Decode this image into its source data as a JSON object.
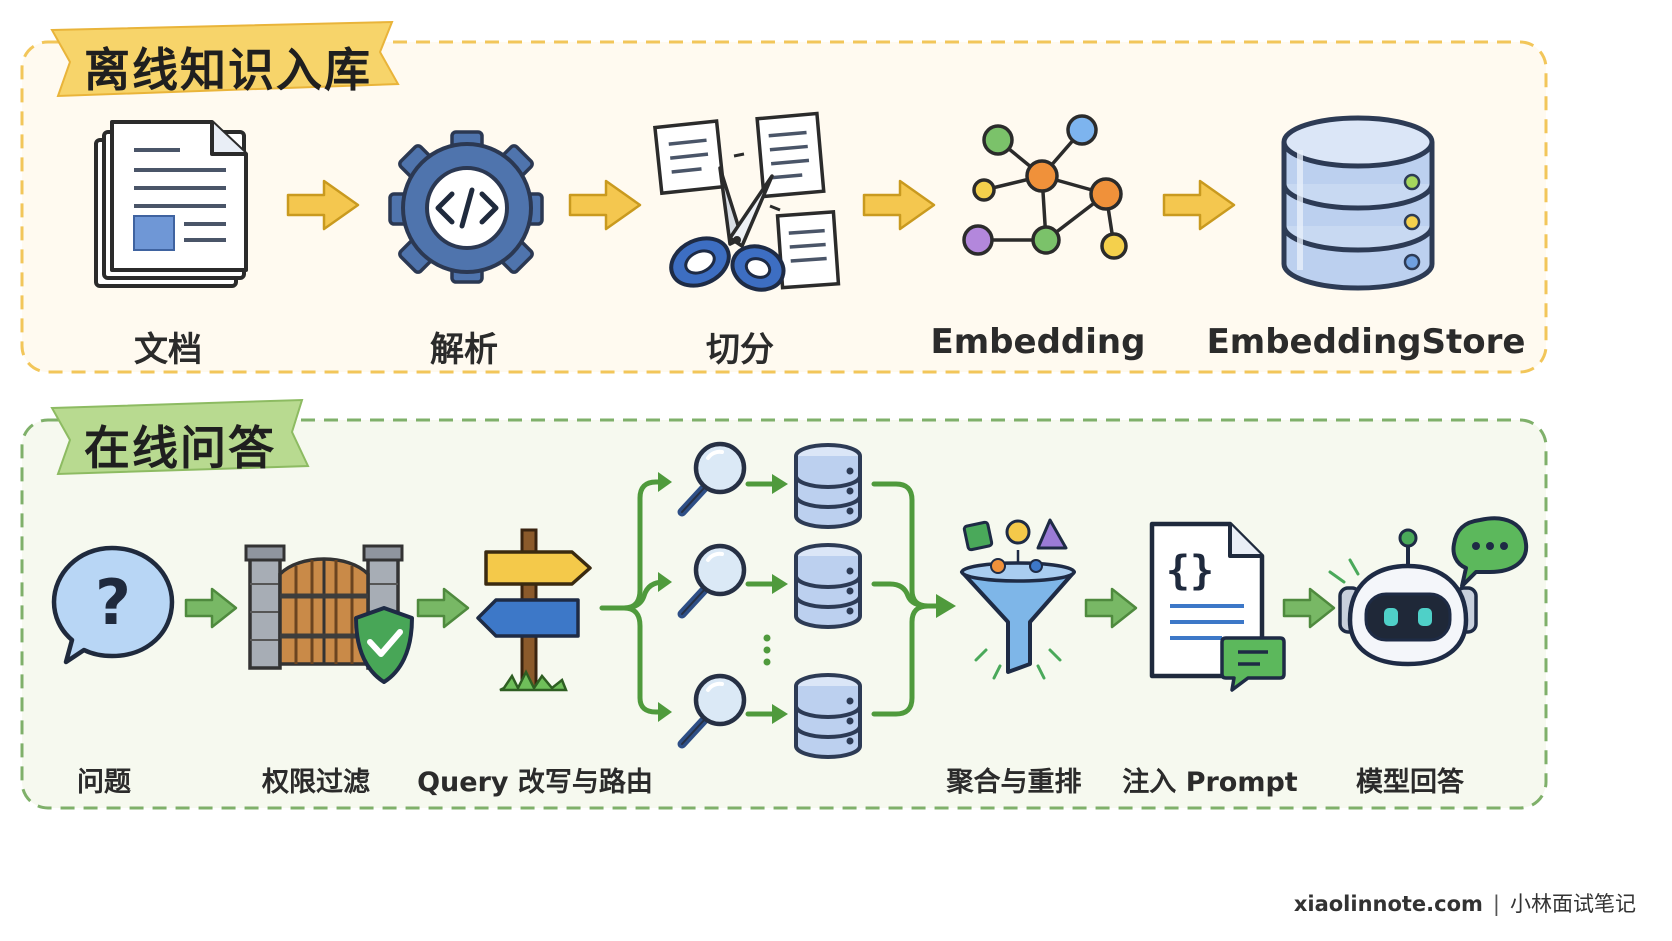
{
  "offline": {
    "title": "离线知识入库",
    "steps": [
      "文档",
      "解析",
      "切分",
      "Embedding",
      "EmbeddingStore"
    ]
  },
  "online": {
    "title": "在线问答",
    "steps": [
      "问题",
      "权限过滤",
      "Query 改写与路由",
      "聚合与重排",
      "注入 Prompt",
      "模型回答"
    ]
  },
  "footer": {
    "site": "xiaolinnote.com",
    "separator": "|",
    "brand": "小林面试笔记"
  },
  "colors": {
    "offline_bg": "#fffaf0",
    "offline_border": "#f2c65a",
    "online_bg": "#f6f9ef",
    "online_border": "#7fb06a",
    "arrow_yellow": "#f2c64f",
    "arrow_green": "#6fb25c"
  }
}
